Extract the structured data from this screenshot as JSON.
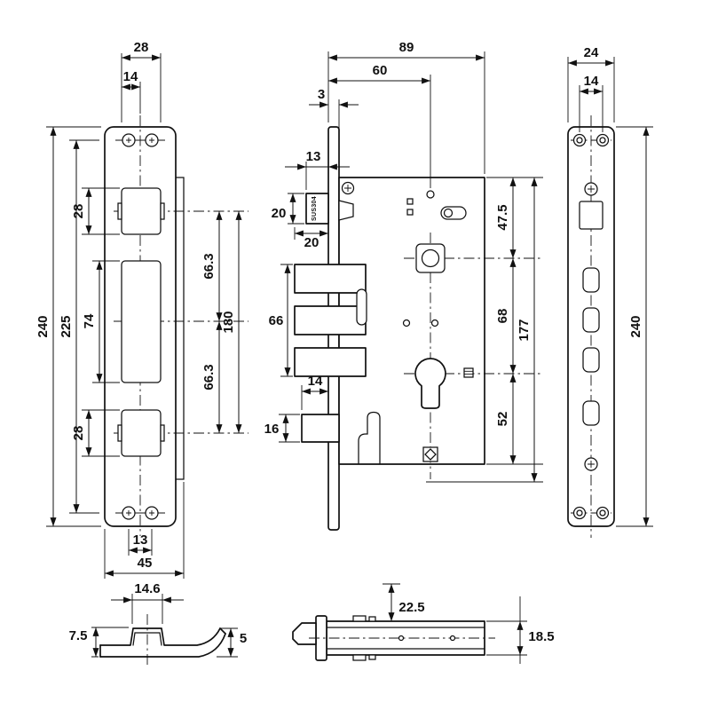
{
  "drawing": {
    "background": "#ffffff",
    "line_color": "#111111",
    "views": {
      "strike_plate": {
        "label": "strike plate front view",
        "dims": {
          "channel_width": "28",
          "channel_half_width": "14",
          "height": "240",
          "screw_hole_spacing": "225",
          "center_cutout_height": "74",
          "upper_cutout_height": "28",
          "lower_cutout_height": "28",
          "upper_cutout_pitch": "66.3",
          "lower_cutout_pitch": "66.3",
          "cutout_span": "180",
          "bottom_cutout_width": "13",
          "overall_width": "45"
        }
      },
      "lock_body": {
        "label": "lock case side view",
        "material_stamp": "SUS304",
        "dims": {
          "case_depth": "89",
          "backset": "60",
          "faceplate_standout": "3",
          "latch_throw": "13",
          "latch_height": "20",
          "latch_pitch": "20",
          "deadbolt_stack_height": "66",
          "aux_bolt_throw": "14",
          "aux_bolt_height": "16",
          "top_to_spindle": "47.5",
          "spindle_to_cylinder": "68",
          "case_height": "177",
          "cylinder_to_bottom": "52"
        }
      },
      "faceplate": {
        "label": "faceplate front view",
        "dims": {
          "width": "24",
          "hole_spacing": "14",
          "height": "240"
        }
      },
      "strike_section": {
        "label": "strike plate section view",
        "dims": {
          "channel_width": "14.6",
          "overall_height": "7.5",
          "lip_height": "5"
        }
      },
      "lock_top": {
        "label": "lock case top view",
        "dims": {
          "front_width": "22.5",
          "case_width": "18.5"
        }
      }
    }
  }
}
